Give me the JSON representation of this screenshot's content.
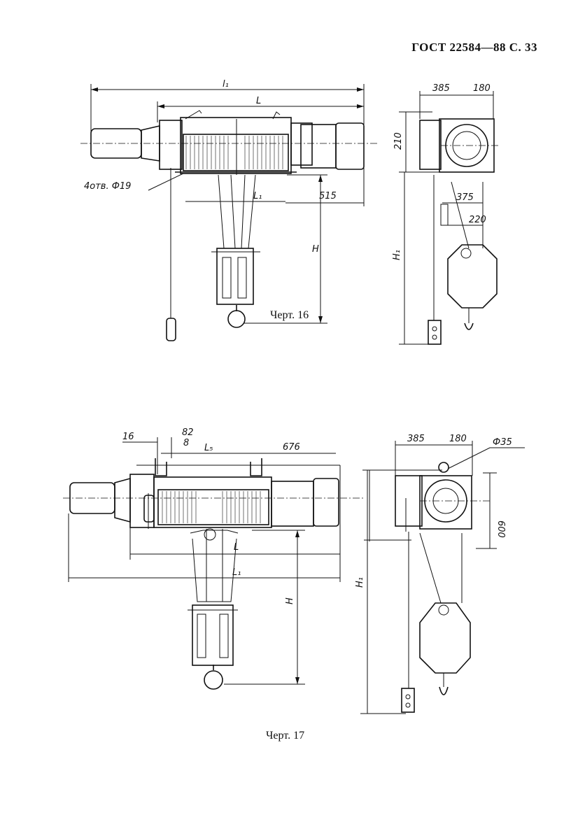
{
  "header": {
    "text": "ГОСТ 22584—88 С. 33"
  },
  "figure16": {
    "caption": "Черт. 16",
    "labels": {
      "l1": "l₁",
      "L": "L",
      "holes": "4отв. Ф19",
      "L1": "L₁",
      "d515": "515",
      "H": "H",
      "H1": "H₁",
      "d385": "385",
      "d180": "180",
      "d210": "210",
      "d375": "375",
      "d220": "220"
    }
  },
  "figure17": {
    "caption": "Черт. 17",
    "labels": {
      "d16": "16",
      "d82": "82",
      "d8": "8",
      "L5": "L₅",
      "d676": "676",
      "L": "L",
      "L1": "L₁",
      "H": "H",
      "H1": "H₁",
      "d385": "385",
      "d180": "180",
      "phi35": "Ф35",
      "d600": "600"
    }
  }
}
